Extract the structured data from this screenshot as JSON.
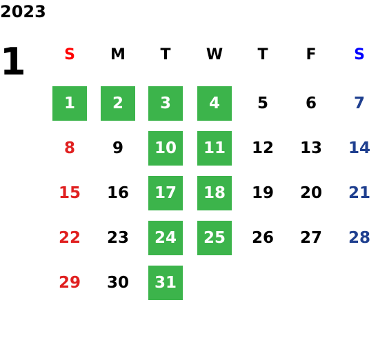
{
  "calendar": {
    "year": "2023",
    "month": "1",
    "weekdays": [
      "S",
      "M",
      "T",
      "W",
      "T",
      "F",
      "S"
    ],
    "colors": {
      "sunday_header": "#ff0000",
      "saturday_header": "#0000ff",
      "sunday_day": "#e02020",
      "saturday_day": "#1f3f8f",
      "default": "#000000",
      "highlight_bg": "#3cb44b",
      "highlight_text": "#ffffff"
    },
    "weeks": [
      [
        {
          "day": "1",
          "highlighted": true
        },
        {
          "day": "2",
          "highlighted": true
        },
        {
          "day": "3",
          "highlighted": true
        },
        {
          "day": "4",
          "highlighted": true
        },
        {
          "day": "5",
          "highlighted": false
        },
        {
          "day": "6",
          "highlighted": false
        },
        {
          "day": "7",
          "highlighted": false
        }
      ],
      [
        {
          "day": "8",
          "highlighted": false
        },
        {
          "day": "9",
          "highlighted": false
        },
        {
          "day": "10",
          "highlighted": true
        },
        {
          "day": "11",
          "highlighted": true
        },
        {
          "day": "12",
          "highlighted": false
        },
        {
          "day": "13",
          "highlighted": false
        },
        {
          "day": "14",
          "highlighted": false
        }
      ],
      [
        {
          "day": "15",
          "highlighted": false
        },
        {
          "day": "16",
          "highlighted": false
        },
        {
          "day": "17",
          "highlighted": true
        },
        {
          "day": "18",
          "highlighted": true
        },
        {
          "day": "19",
          "highlighted": false
        },
        {
          "day": "20",
          "highlighted": false
        },
        {
          "day": "21",
          "highlighted": false
        }
      ],
      [
        {
          "day": "22",
          "highlighted": false
        },
        {
          "day": "23",
          "highlighted": false
        },
        {
          "day": "24",
          "highlighted": true
        },
        {
          "day": "25",
          "highlighted": true
        },
        {
          "day": "26",
          "highlighted": false
        },
        {
          "day": "27",
          "highlighted": false
        },
        {
          "day": "28",
          "highlighted": false
        }
      ],
      [
        {
          "day": "29",
          "highlighted": false
        },
        {
          "day": "30",
          "highlighted": false
        },
        {
          "day": "31",
          "highlighted": true
        }
      ]
    ]
  }
}
